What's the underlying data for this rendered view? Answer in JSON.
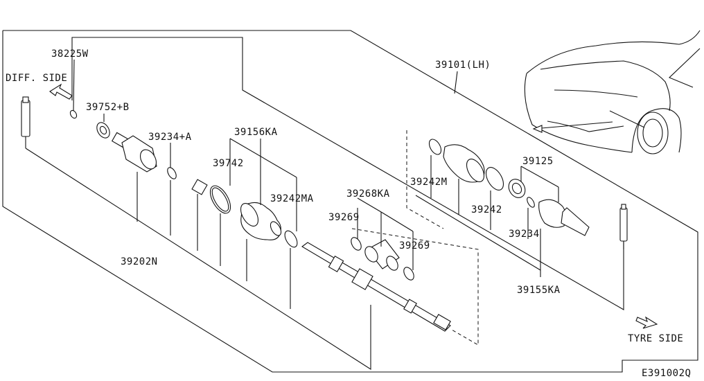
{
  "diagram": {
    "code": "E391002Q",
    "diff_side": "DIFF. SIDE",
    "tyre_side": "TYRE SIDE",
    "labels": {
      "p38225w": "38225W",
      "p39752b": "39752+B",
      "p39234a": "39234+A",
      "p39156ka": "39156KA",
      "p39742": "39742",
      "p39242ma": "39242MA",
      "p39202n": "39202N",
      "p39268ka": "39268KA",
      "p39269a": "39269",
      "p39269b": "39269",
      "p39101lh": "39101(LH)",
      "p39242m": "39242M",
      "p39242": "39242",
      "p39125": "39125",
      "p39234": "39234",
      "p39155ka": "39155KA"
    }
  }
}
